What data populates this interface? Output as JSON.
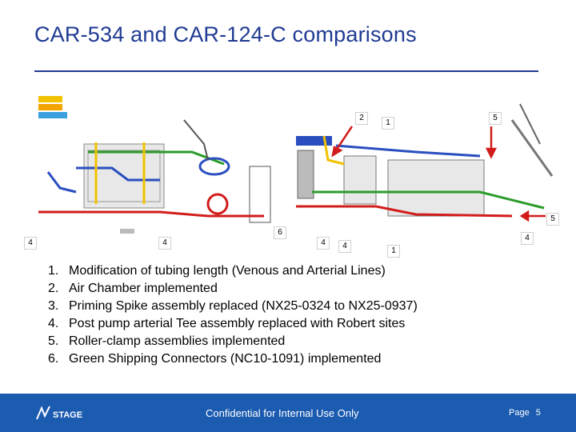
{
  "title": "CAR-534 and CAR-124-C comparisons",
  "callouts": {
    "c2": "2",
    "c1a": "1",
    "c5a": "5",
    "c5b": "5",
    "c6": "6",
    "c4a": "4",
    "c4b": "4",
    "c4c": "4",
    "c4d": "4",
    "c4e": "4",
    "c1b": "1"
  },
  "items": [
    {
      "num": "1.",
      "text": "Modification of tubing length (Venous and Arterial Lines)"
    },
    {
      "num": "2.",
      "text": "Air Chamber implemented"
    },
    {
      "num": "3.",
      "text": "Priming Spike assembly replaced (NX25-0324 to NX25-0937)"
    },
    {
      "num": "4.",
      "text": "Post pump arterial Tee assembly replaced with Robert sites"
    },
    {
      "num": "5.",
      "text": "Roller-clamp assemblies implemented"
    },
    {
      "num": "6.",
      "text": "Green Shipping Connectors (NC10-1091) implemented"
    }
  ],
  "footer": {
    "confidential": "Confidential for Internal Use Only",
    "page_label": "Page",
    "page_number": "5",
    "logo_text": "STAGE"
  },
  "colors": {
    "title": "#1f3a93",
    "footer_bg": "#1b5bb0",
    "callout_arrow": "#d21c1c"
  }
}
